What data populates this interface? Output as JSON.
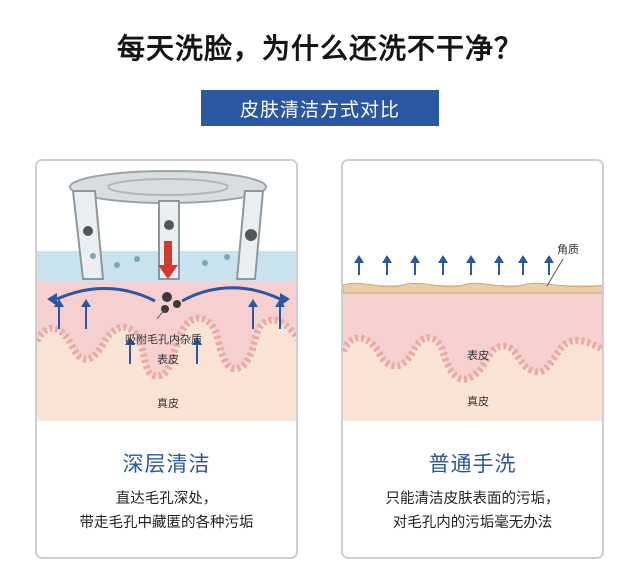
{
  "header": {
    "title": "每天洗脸，为什么还洗不干净？",
    "banner": "皮肤清洁方式对比"
  },
  "cards": [
    {
      "illustration_labels": {
        "impurities": "吸附毛孔内杂质",
        "epidermis": "表皮",
        "dermis": "真皮"
      },
      "title": "深层清洁",
      "desc_lines": [
        "直达毛孔深处，",
        "带走毛孔中藏匿的各种污垢"
      ]
    },
    {
      "illustration_labels": {
        "stratum_corneum": "角质",
        "epidermis": "表皮",
        "dermis": "真皮"
      },
      "title": "普通手洗",
      "desc_lines": [
        "只能清洁皮肤表面的污垢，",
        "对毛孔内的污垢毫无办法"
      ]
    }
  ],
  "colors": {
    "accent": "#2b56a1",
    "skin_top": "#f6cfcf",
    "skin_deep": "#f8e3d4",
    "water": "#c9e3ee",
    "arrow": "#2b56a1",
    "card_border": "#cfcfcf"
  }
}
